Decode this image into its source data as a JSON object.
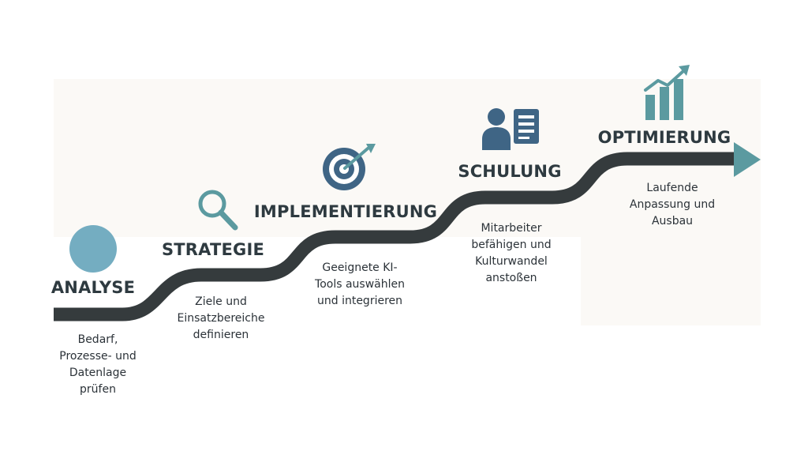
{
  "colors": {
    "road": "#353b3d",
    "accent_teal": "#5b9aa0",
    "accent_blue": "#3f6585",
    "circle": "#74adc1",
    "text": "#2e3a40"
  },
  "steps": [
    {
      "title": "ANALYSE",
      "lines": [
        "Bedarf,",
        "Prozesse- und",
        "Datenlage",
        "prüfen"
      ],
      "icon": "circle-icon"
    },
    {
      "title": "STRATEGIE",
      "lines": [
        "Ziele und",
        "Einsatzbereiche",
        "definieren"
      ],
      "icon": "magnifier-icon"
    },
    {
      "title": "IMPLEMENTIERUNG",
      "lines": [
        "Geeignete KI-",
        "Tools auswählen",
        "und integrieren"
      ],
      "icon": "target-icon"
    },
    {
      "title": "SCHULUNG",
      "lines": [
        "Mitarbeiter",
        "befähigen und",
        "Kulturwandel",
        "anstoßen"
      ],
      "icon": "person-document-icon"
    },
    {
      "title": "OPTIMIERUNG",
      "lines": [
        "Laufende",
        "Anpassung und",
        "Ausbau"
      ],
      "icon": "growth-chart-icon"
    }
  ]
}
